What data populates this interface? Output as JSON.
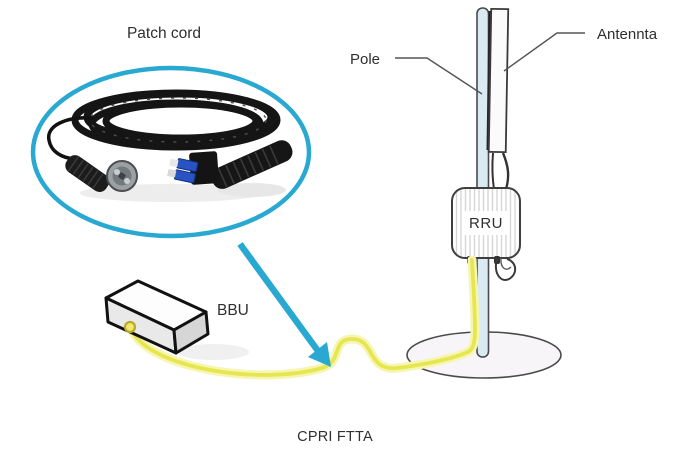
{
  "figure": {
    "caption": "CPRI FTTA",
    "labels": {
      "patch_cord": "Patch cord",
      "pole": "Pole",
      "antenna": "Antennta",
      "rru": "RRU",
      "bbu": "BBU"
    },
    "colors": {
      "highlight_cyan": "#29a9d2",
      "cable_yellow": "#e6e650",
      "cable_yellow_glow": "#f6f6b2",
      "pole_blue": "#d9eaf3",
      "outline_dark": "#3f3f3f",
      "lc_connector_blue": "#2853c3",
      "bbu_port_yellow": "#f0e96b"
    }
  }
}
